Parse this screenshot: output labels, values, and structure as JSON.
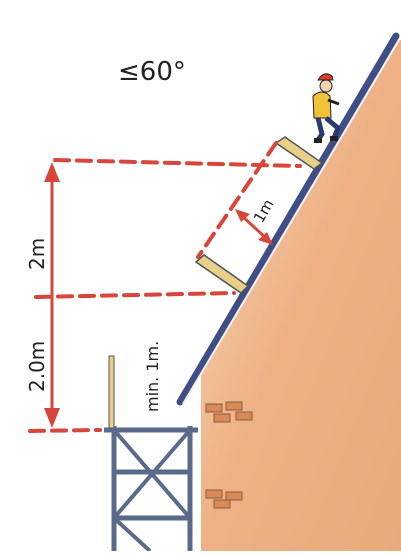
{
  "diagram": {
    "angle_label": "≤60°",
    "height_upper_label": "2m",
    "height_lower_label": "2.0m",
    "guard_height_label": "min. 1m.",
    "edge_distance_label": "1m",
    "colors": {
      "dimension_red": "#d8453a",
      "roof_blue": "#3f4f86",
      "wall_orange": "#eba36f",
      "brick": "#d98a58",
      "wood": "#e9d08a",
      "scaffold": "#5a6a8a",
      "worker_jacket": "#f2c23a",
      "worker_hat": "#d93a2a"
    },
    "icons": [
      "roofer-worker-icon",
      "scaffold-icon",
      "guardrail-post-icon"
    ]
  }
}
